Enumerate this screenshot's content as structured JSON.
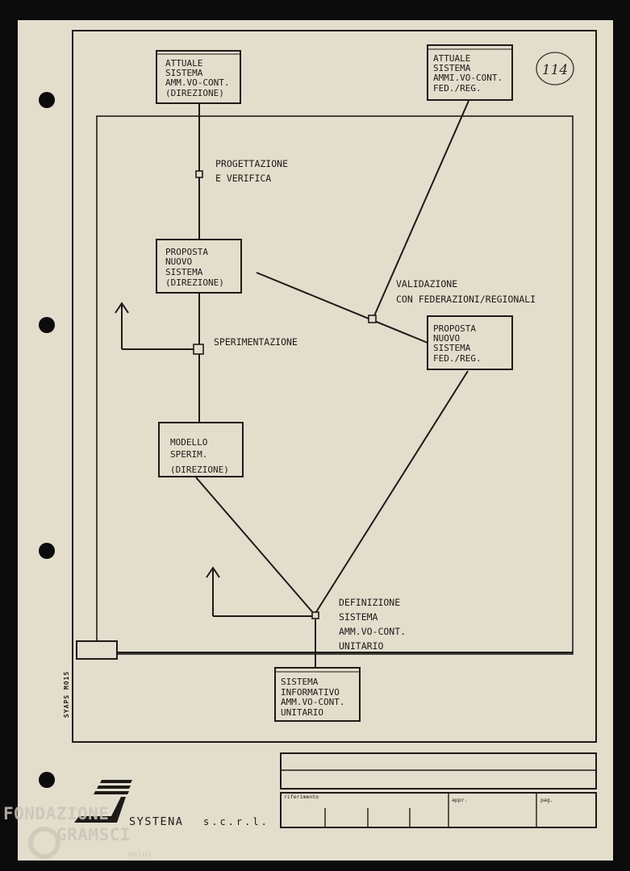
{
  "colors": {
    "paper": "#e3ddcc",
    "ink": "#1c1b19",
    "frame": "#0c0c0c",
    "watermark": "#c9c4b6"
  },
  "boxes": {
    "attuale_direzione": [
      "ATTUALE",
      "SISTEMA",
      "AMM.VO-CONT.",
      "(DIREZIONE)"
    ],
    "attuale_fed": [
      "ATTUALE",
      "SISTEMA",
      "AMMI.VO-CONT.",
      "FED./REG."
    ],
    "proposta_direzione": [
      "PROPOSTA",
      "NUOVO",
      "SISTEMA",
      "(DIREZIONE)"
    ],
    "proposta_fed": [
      "PROPOSTA",
      "NUOVO",
      "SISTEMA",
      "FED./REG."
    ],
    "modello": [
      "MODELLO",
      "SPERIM.",
      "(DIREZIONE)"
    ],
    "sistema_informativo": [
      "SISTEMA",
      "INFORMATIVO",
      "AMM.VO-CONT.",
      "UNITARIO"
    ]
  },
  "labels": {
    "progettazione": [
      "PROGETTAZIONE",
      "E VERIFICA"
    ],
    "validazione": [
      "VALIDAZIONE",
      "CON FEDERAZIONI/REGIONALI"
    ],
    "sperimentazione": [
      "SPERIMENTAZIONE"
    ],
    "definizione": [
      "DEFINIZIONE",
      "SISTEMA",
      "AMM.VO-CONT.",
      "UNITARIO"
    ]
  },
  "page_number": "114",
  "side_code": "SYAPS MO15",
  "footer": {
    "riferimento_label": "riferimento",
    "appr_label": "appr.",
    "pag_label": "pag.",
    "company": "SYSTENA",
    "company_suffix": "s.c.r.l."
  },
  "watermark": {
    "line1": "FONDAZIONE",
    "line2": "GRAMSCI",
    "line3": "onlus"
  }
}
